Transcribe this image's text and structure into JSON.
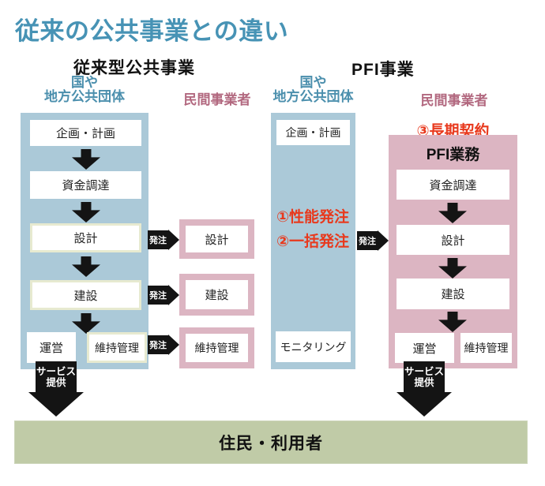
{
  "title": "従来の公共事業との違い",
  "labels": {
    "order": "発注",
    "service_line1": "サービス",
    "service_line2": "提供"
  },
  "traditional": {
    "heading": "従来型公共事業",
    "gov_header": {
      "line1": "国や",
      "line2": "地方公共団体"
    },
    "private_header": "民間事業者",
    "gov_boxes": {
      "plan": "企画・計画",
      "funding": "資金調達",
      "design": "設計",
      "construction": "建設",
      "operation": "運営",
      "maintenance": "維持管理"
    },
    "private_boxes": {
      "design": "設計",
      "construction": "建設",
      "maintenance": "維持管理"
    }
  },
  "pfi": {
    "heading": "PFI事業",
    "gov_header": {
      "line1": "国や",
      "line2": "地方公共団体"
    },
    "private_header": "民間事業者",
    "gov_boxes": {
      "plan": "企画・計画",
      "monitoring": "モニタリング"
    },
    "annotations": {
      "performance_order": "①性能発注",
      "bundled_order": "②一括発注",
      "long_term_contract": "③長期契約"
    },
    "private_column_title": "PFI業務",
    "private_boxes": {
      "funding": "資金調達",
      "design": "設計",
      "construction": "建設",
      "operation": "運営",
      "maintenance": "維持管理"
    }
  },
  "footer": {
    "label": "住民・利用者"
  },
  "colors": {
    "title": "#4793b5",
    "gov_header_text": "#4b8fad",
    "private_header_text": "#b2687f",
    "gov_column_fill": "#abc9d8",
    "private_column_fill": "#dcb5c2",
    "accent_red": "#e8391d",
    "footer_fill": "#c0cba7",
    "arrow_black": "#141414",
    "box_border_green": "#e7ead0"
  }
}
